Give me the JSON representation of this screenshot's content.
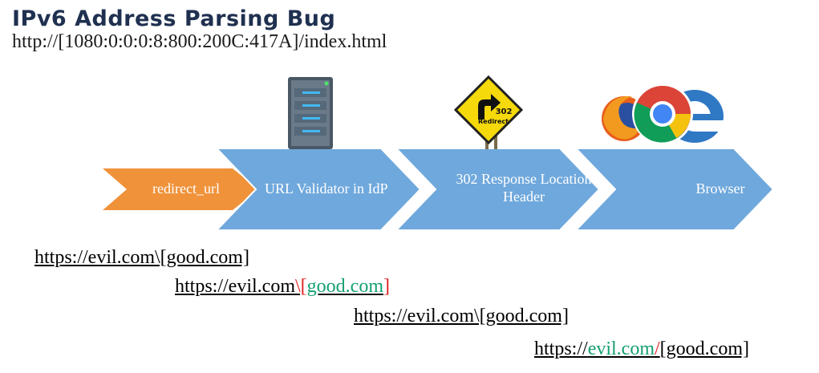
{
  "title": "IPv6 Address Parsing Bug",
  "subtitle": "http://[1080:0:0:0:8:800:200C:417A]/index.html",
  "flow": [
    {
      "label": "redirect_url",
      "color": "#f0923a"
    },
    {
      "label": "URL Validator in IdP",
      "color": "#6fa8dc"
    },
    {
      "label": "302 Response Location Header",
      "color": "#6fa8dc"
    },
    {
      "label": "Browser",
      "color": "#6fa8dc"
    }
  ],
  "icons": [
    "server-icon",
    "redirect-302-sign-icon",
    "browser-logos-icon"
  ],
  "sign_text": {
    "code": "302",
    "word": "Redirect"
  },
  "urls": {
    "line1": "https://evil.com\\[good.com]",
    "line2": {
      "a": "https://evil.com",
      "b": "\\[",
      "c": "good.com",
      "d": "]"
    },
    "line3": "https://evil.com\\[good.com]",
    "line4": {
      "a": "https://",
      "b": "evil.com",
      "c": "/",
      "d": "[good.com]"
    }
  }
}
